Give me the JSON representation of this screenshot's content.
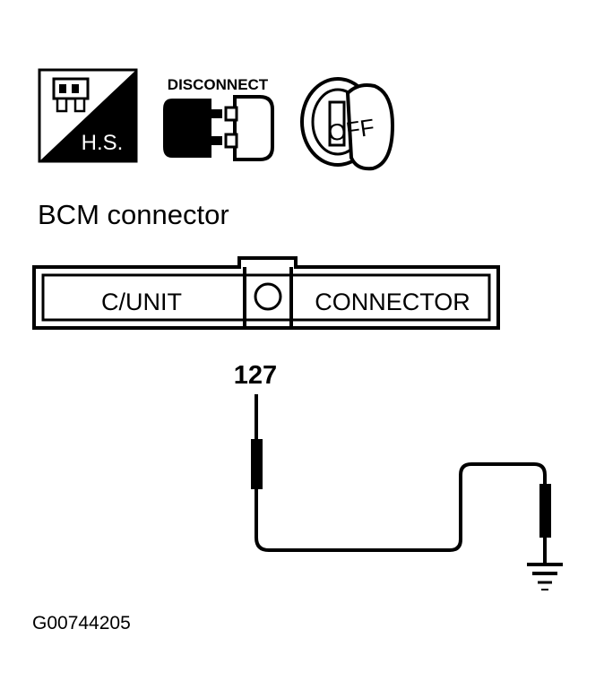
{
  "icons": {
    "hs_label": "H.S.",
    "disconnect_label": "DISCONNECT",
    "key_label": "OFF"
  },
  "title": "BCM connector",
  "connector": {
    "left_label": "C/UNIT",
    "right_label": "CONNECTOR"
  },
  "wire": {
    "terminal": "127"
  },
  "figure_id": "G00744205"
}
